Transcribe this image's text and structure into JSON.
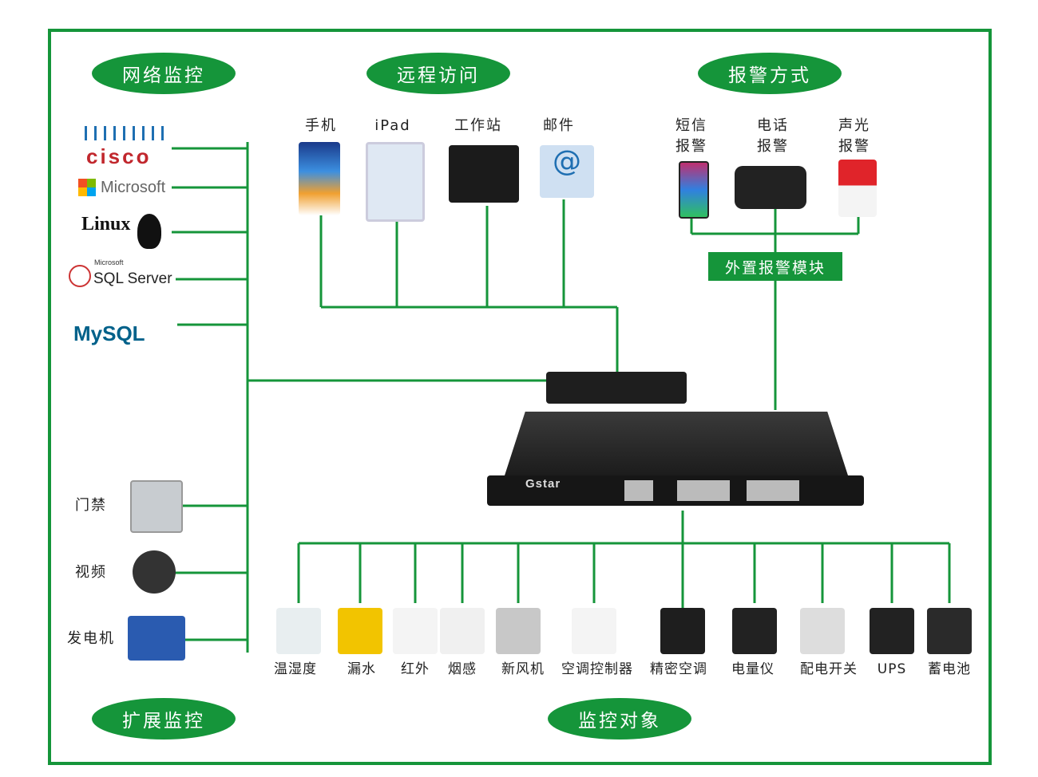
{
  "sections": {
    "network": "网络监控",
    "remote": "远程访问",
    "alarm": "报警方式",
    "extended": "扩展监控",
    "monitored": "监控对象"
  },
  "network_logos": [
    "cisco",
    "Microsoft",
    "Linux",
    "SQL Server",
    "MySQL"
  ],
  "logo_small": {
    "sql_microsoft": "Microsoft"
  },
  "remote_devices": [
    "手机",
    "iPad",
    "工作站",
    "邮件"
  ],
  "alarm_devices": [
    [
      "短信",
      "报警"
    ],
    [
      "电话",
      "报警"
    ],
    [
      "声光",
      "报警"
    ]
  ],
  "alarm_module": "外置报警模块",
  "extended_items": [
    "门禁",
    "视频",
    "发电机"
  ],
  "host_brand": "Gstar",
  "monitored_items": [
    "温湿度",
    "漏水",
    "红外",
    "烟感",
    "新风机",
    "空调控制器",
    "精密空调",
    "电量仪",
    "配电开关",
    "UPS",
    "蓄电池"
  ],
  "colors": {
    "accent": "#15953a",
    "device": "#2a2a2a"
  }
}
